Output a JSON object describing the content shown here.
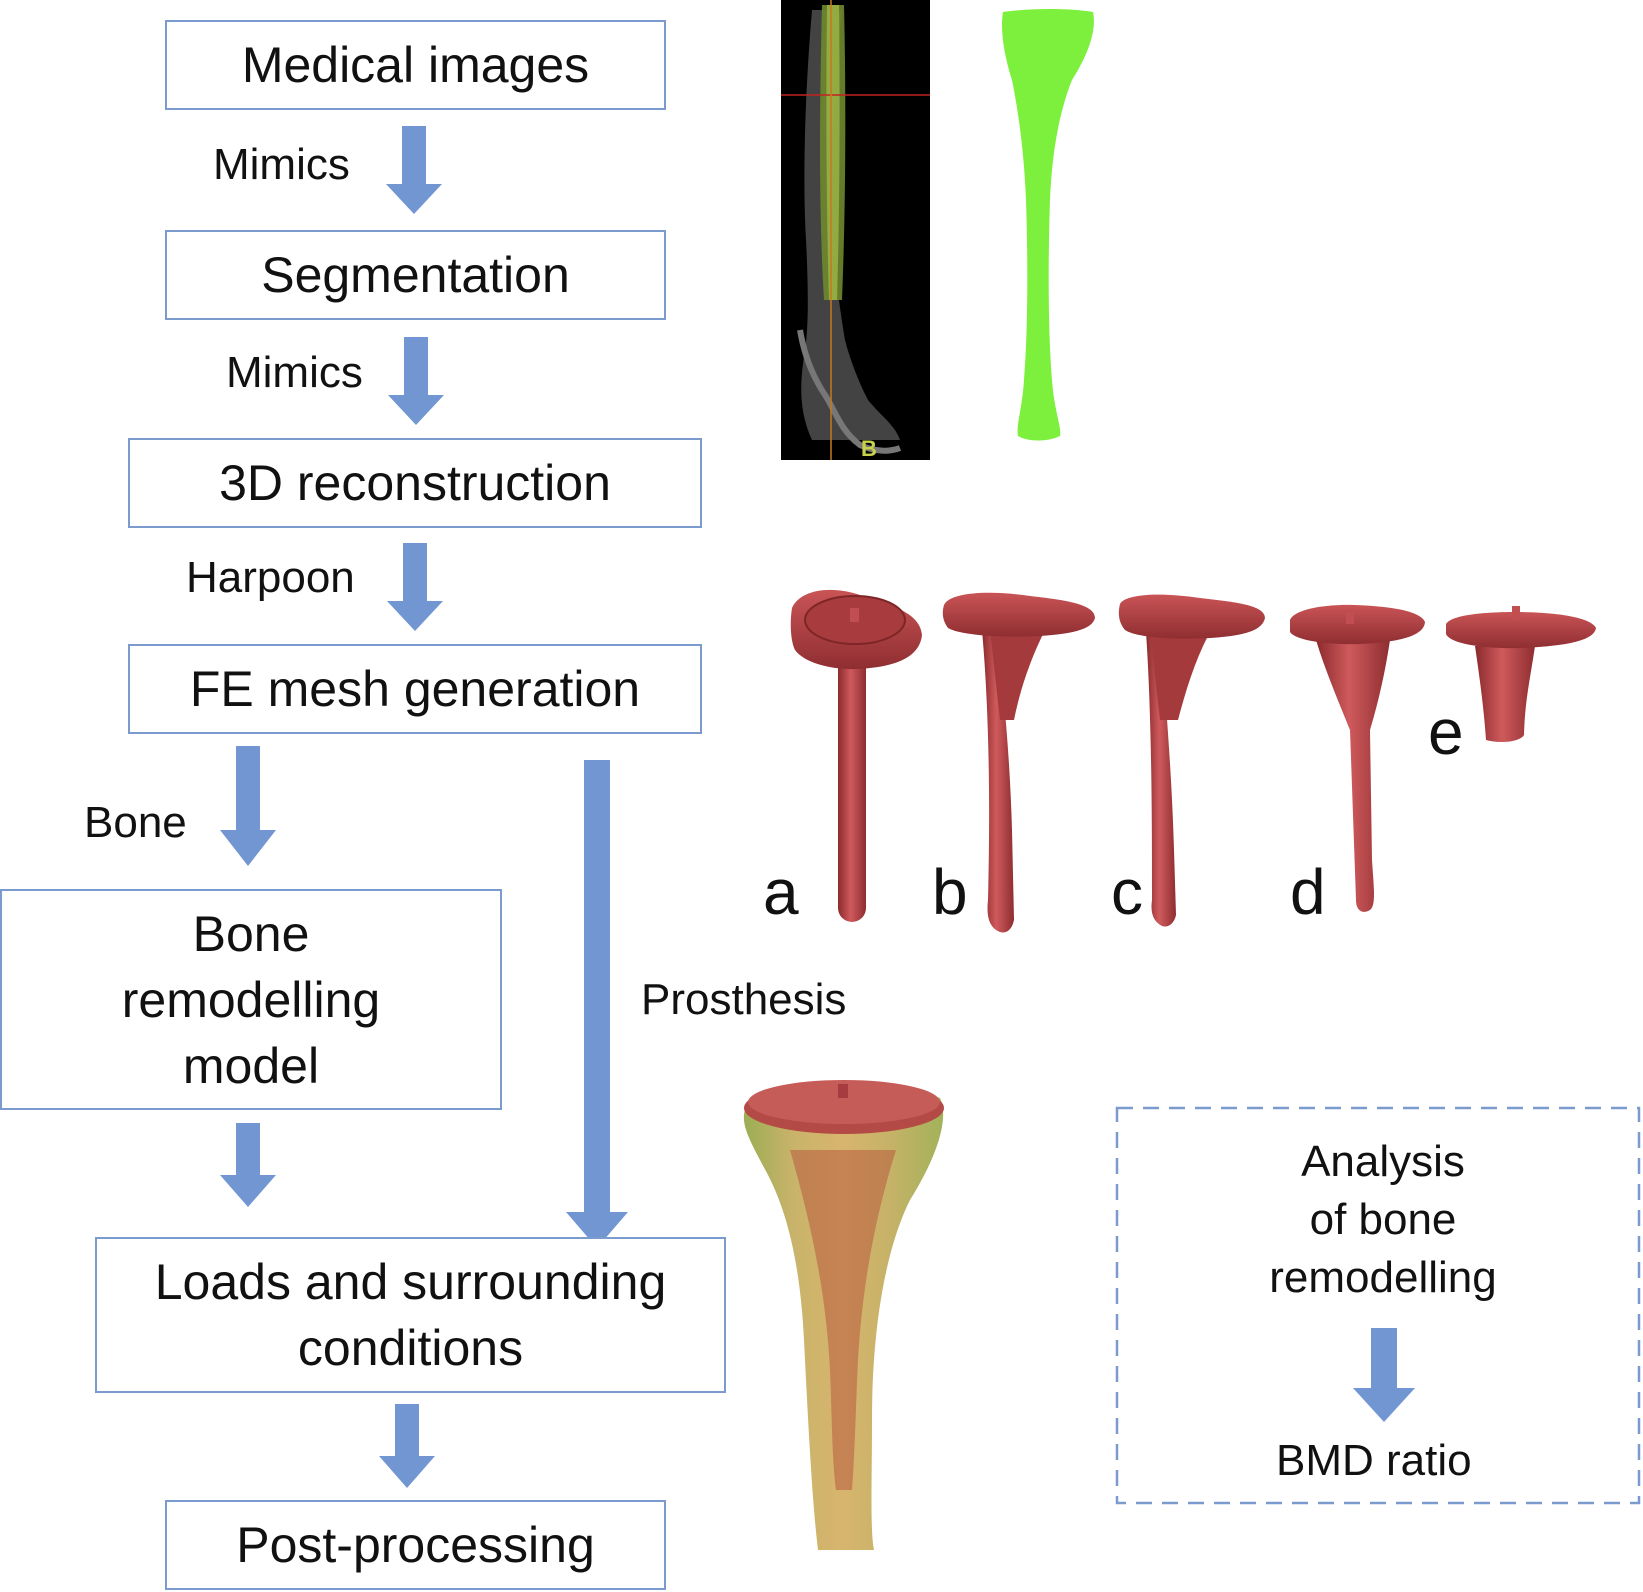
{
  "colors": {
    "box_border": "#7b9bcf",
    "arrow": "#7196d2",
    "bone_green": "#7cf03c",
    "prosthesis_red": "#b94446",
    "ct_background": "#000000"
  },
  "flow": {
    "medical_images": "Medical images",
    "segmentation": "Segmentation",
    "reconstruction": "3D reconstruction",
    "fe_mesh": "FE mesh generation",
    "bone_remodelling": [
      "Bone",
      "remodelling",
      "model"
    ],
    "loads": [
      "Loads and surrounding",
      "conditions"
    ],
    "post_processing": "Post-processing"
  },
  "edge_labels": {
    "mimics_1": "Mimics",
    "mimics_2": "Mimics",
    "harpoon": "Harpoon",
    "bone": "Bone",
    "prosthesis": "Prosthesis"
  },
  "prosthesis_variants": [
    "a",
    "b",
    "c",
    "d",
    "e"
  ],
  "analysis": {
    "title": [
      "Analysis",
      "of bone",
      "remodelling"
    ],
    "result": "BMD ratio"
  },
  "ct_view_letter": "B"
}
